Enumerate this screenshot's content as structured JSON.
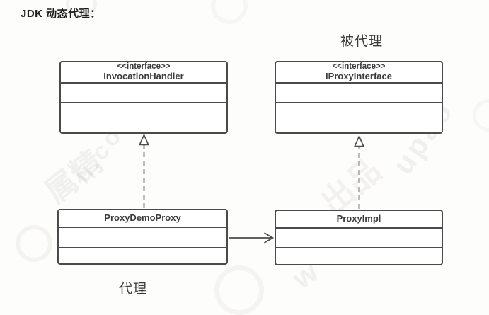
{
  "page": {
    "title": "JDK 动态代理：",
    "background_color": "#fdfdfc"
  },
  "diagram": {
    "labels": {
      "proxied": "被代理",
      "proxy": "代理"
    },
    "classes": [
      {
        "id": "invocation-handler",
        "stereotype": "<<interface>>",
        "name": "InvocationHandler"
      },
      {
        "id": "iproxy-interface",
        "stereotype": "<<interface>>",
        "name": "IProxyInterface"
      },
      {
        "id": "proxy-demo-proxy",
        "stereotype": "",
        "name": "ProxyDemoProxy"
      },
      {
        "id": "proxy-impl",
        "stereotype": "",
        "name": "ProxyImpl"
      }
    ],
    "relations": [
      {
        "type": "realization",
        "style": "dashed-hollow-triangle",
        "from": "ProxyDemoProxy",
        "to": "InvocationHandler"
      },
      {
        "type": "realization",
        "style": "dashed-hollow-triangle",
        "from": "ProxyImpl",
        "to": "IProxyInterface"
      },
      {
        "type": "association",
        "style": "solid-open-arrow",
        "from": "ProxyDemoProxy",
        "to": "ProxyImpl"
      }
    ],
    "colors": {
      "box_border": "#4b4b4b",
      "box_fill": "#ffffff",
      "box_text": "#3b3b3b",
      "label_text": "#3a3a3a",
      "title_text": "#1c1c1c"
    }
  },
  "watermark": {
    "fragments": {
      "left_chars": "属精",
      "left_latin": "u.com",
      "right_chars": "出品",
      "right_latin": "upao",
      "bottom_latin": "w"
    }
  }
}
